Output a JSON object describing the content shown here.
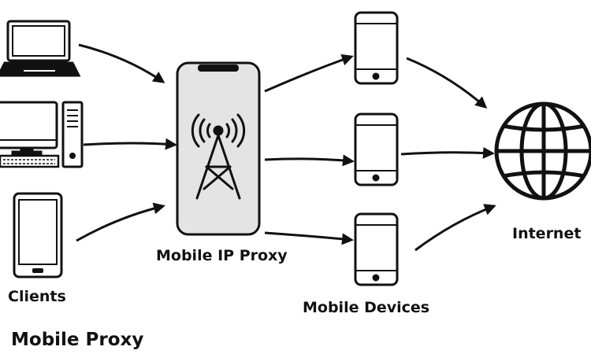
{
  "labels": {
    "clients": "Clients",
    "proxy": "Mobile IP Proxy",
    "devices": "Mobile Devices",
    "internet": "Internet",
    "title": "Mobile Proxy"
  },
  "icons": {
    "clients": [
      "laptop-icon",
      "desktop-computer-icon",
      "smartphone-icon"
    ],
    "proxy": "cell-tower-icon",
    "devices": [
      "smartphone-icon",
      "smartphone-icon",
      "smartphone-icon"
    ],
    "internet": "globe-icon"
  },
  "colors": {
    "stroke": "#111111",
    "proxy_screen": "#e4e4e4",
    "background": "#ffffff"
  }
}
